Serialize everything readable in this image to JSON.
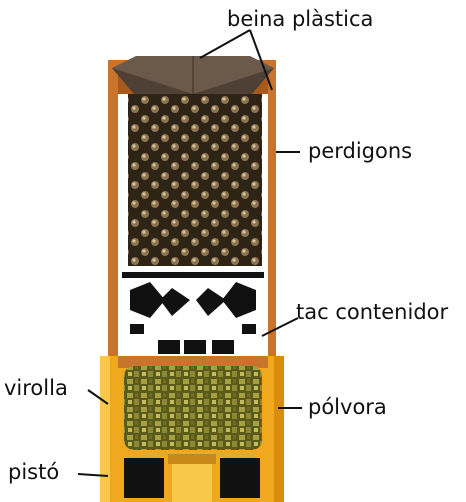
{
  "labels": {
    "plastic_case": "beina plàstica",
    "shot": "perdigons",
    "wad": "tac contenidor",
    "brass_head": "virolla",
    "powder": "pólvora",
    "primer": "pistó"
  },
  "colors": {
    "case_orange": "#c8742c",
    "case_inner": "#a85a1e",
    "shot_dark": "#2e2416",
    "shot_pellet": "#9a8260",
    "wad_black": "#111111",
    "brass": "#f0a81e",
    "brass_light": "#f7c84a",
    "powder_grain": "#7a7a2a",
    "crimp": "#6b5a4a",
    "leader_line": "#111111"
  }
}
